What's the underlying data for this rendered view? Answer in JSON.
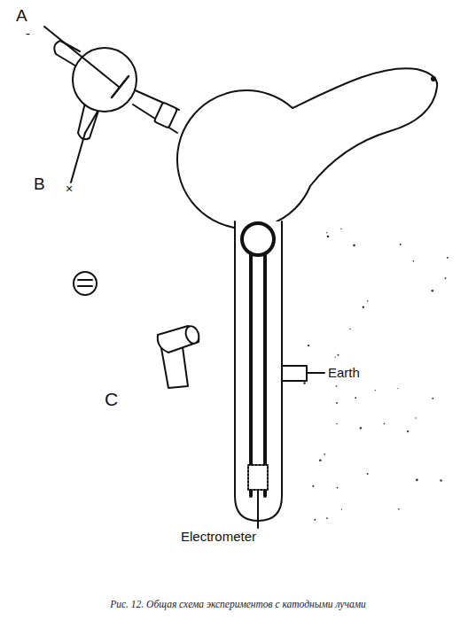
{
  "diagram": {
    "caption": "Рис. 12. Общая схема экспериментов с катодными лучами",
    "labels": [
      "A",
      "-",
      "B",
      "×",
      "C",
      "Earth",
      "Electrometer"
    ]
  }
}
